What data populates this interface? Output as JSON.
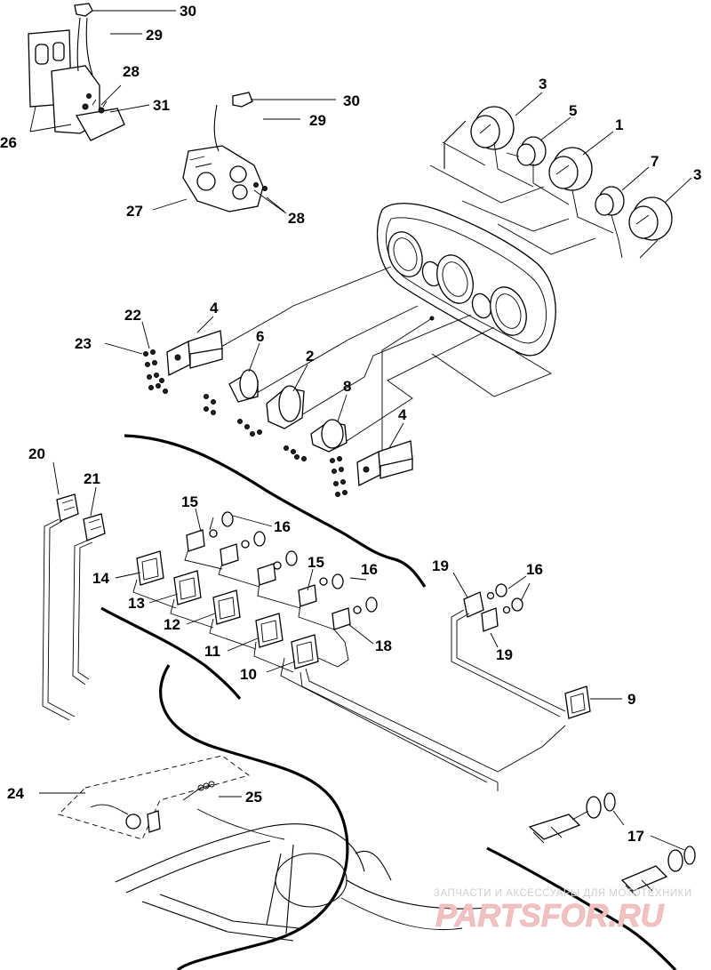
{
  "diagram": {
    "callouts": [
      {
        "id": "c30a",
        "label": "30"
      },
      {
        "id": "c29a",
        "label": "29"
      },
      {
        "id": "c28a",
        "label": "28"
      },
      {
        "id": "c31",
        "label": "31"
      },
      {
        "id": "c26",
        "label": "26"
      },
      {
        "id": "c30b",
        "label": "30"
      },
      {
        "id": "c29b",
        "label": "29"
      },
      {
        "id": "c27",
        "label": "27"
      },
      {
        "id": "c28b",
        "label": "28"
      },
      {
        "id": "c3a",
        "label": "3"
      },
      {
        "id": "c5",
        "label": "5"
      },
      {
        "id": "c1",
        "label": "1"
      },
      {
        "id": "c7",
        "label": "7"
      },
      {
        "id": "c3b",
        "label": "3"
      },
      {
        "id": "c22",
        "label": "22"
      },
      {
        "id": "c4a",
        "label": "4"
      },
      {
        "id": "c23",
        "label": "23"
      },
      {
        "id": "c6",
        "label": "6"
      },
      {
        "id": "c2",
        "label": "2"
      },
      {
        "id": "c8",
        "label": "8"
      },
      {
        "id": "c4b",
        "label": "4"
      },
      {
        "id": "c20",
        "label": "20"
      },
      {
        "id": "c21",
        "label": "21"
      },
      {
        "id": "c15a",
        "label": "15"
      },
      {
        "id": "c16a",
        "label": "16"
      },
      {
        "id": "c15b",
        "label": "15"
      },
      {
        "id": "c16b",
        "label": "16"
      },
      {
        "id": "c14",
        "label": "14"
      },
      {
        "id": "c13",
        "label": "13"
      },
      {
        "id": "c12",
        "label": "12"
      },
      {
        "id": "c11",
        "label": "11"
      },
      {
        "id": "c10",
        "label": "10"
      },
      {
        "id": "c18",
        "label": "18"
      },
      {
        "id": "c19a",
        "label": "19"
      },
      {
        "id": "c16c",
        "label": "16"
      },
      {
        "id": "c19b",
        "label": "19"
      },
      {
        "id": "c9",
        "label": "9"
      },
      {
        "id": "c24",
        "label": "24"
      },
      {
        "id": "c25",
        "label": "25"
      },
      {
        "id": "c17",
        "label": "17"
      }
    ],
    "watermark": {
      "caption": "ЗАПЧАСТИ И АКСЕССУАРЫ ДЛЯ МОТОТЕХНИКИ",
      "brand": "PARTSFOR.RU"
    }
  }
}
